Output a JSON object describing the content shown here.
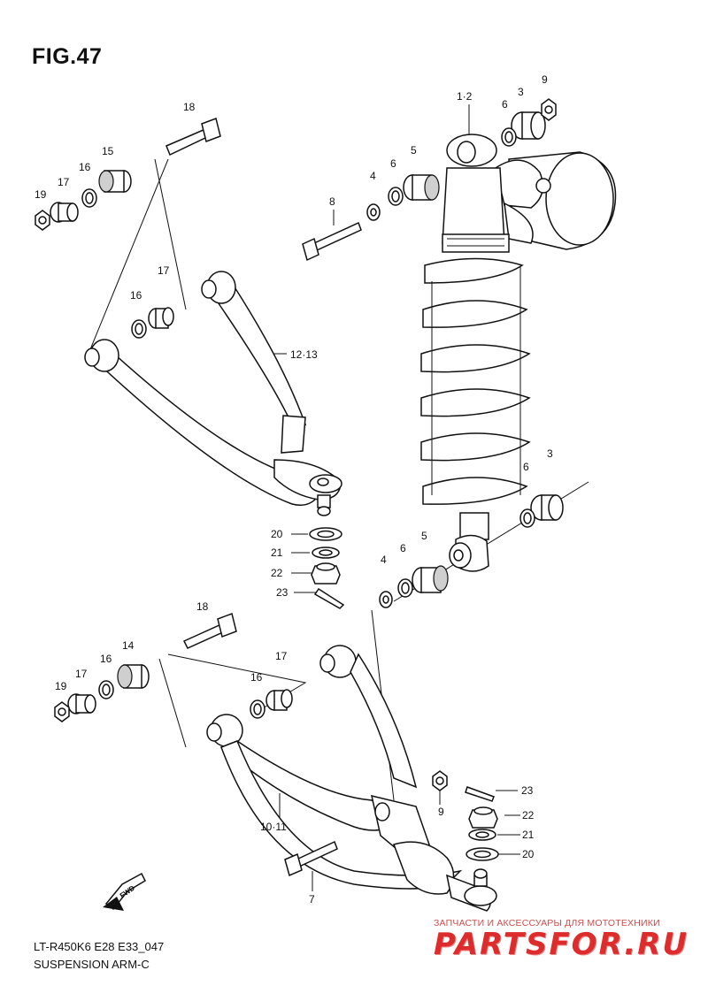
{
  "figure": {
    "title": "FIG.47",
    "model_code": "LT-R450K6 E28 E33_047",
    "caption": "SUSPENSION ARM-C"
  },
  "watermark": {
    "tagline": "ЗАПЧАСТИ И АКСЕССУАРЫ ДЛЯ МОТОТЕХНИКИ",
    "brand": "PARTSFOR.RU"
  },
  "fwd_marker": {
    "label": "FWD"
  },
  "callouts": {
    "c18_top": "18",
    "c15": "15",
    "c16_top": "16",
    "c17_top": "17",
    "c19_top": "19",
    "c16_mid": "16",
    "c17_mid": "17",
    "c12_13": "12·13",
    "c1_2": "1·2",
    "c6_top": "6",
    "c3_top": "3",
    "c9_top": "9",
    "c4_top": "4",
    "c6_shock": "6",
    "c5_top": "5",
    "c8": "8",
    "c6_right": "6",
    "c3_right": "3",
    "c4_low": "4",
    "c6_low": "6",
    "c5_low": "5",
    "c20_up": "20",
    "c21_up": "21",
    "c22_up": "22",
    "c23_up": "23",
    "c18_low": "18",
    "c14": "14",
    "c16_low": "16",
    "c17_low": "17",
    "c19_low": "19",
    "c16_low2": "16",
    "c17_low2": "17",
    "c10_11": "10·11",
    "c9_low": "9",
    "c7": "7",
    "c23_low": "23",
    "c22_low": "22",
    "c21_low": "21",
    "c20_low": "20"
  }
}
